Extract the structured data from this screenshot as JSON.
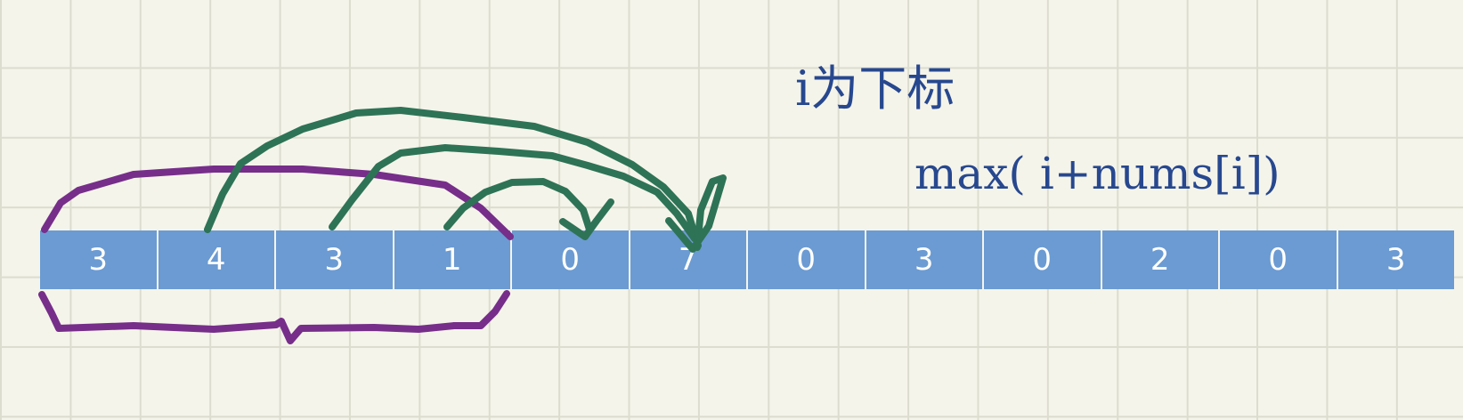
{
  "array": {
    "values": [
      "3",
      "4",
      "3",
      "1",
      "0",
      "7",
      "0",
      "3",
      "0",
      "2",
      "0",
      "3"
    ]
  },
  "annotations": {
    "label_index": "i为下标",
    "formula": "max( i+nums[i])"
  },
  "colors": {
    "cell_fill": "#6b9bd2",
    "cell_text": "#ffffff",
    "ink_blue": "#27488f",
    "ink_green": "#2e7356",
    "ink_purple": "#762e8a",
    "grid_line": "#dcdccf",
    "paper": "#f5f4ea"
  }
}
